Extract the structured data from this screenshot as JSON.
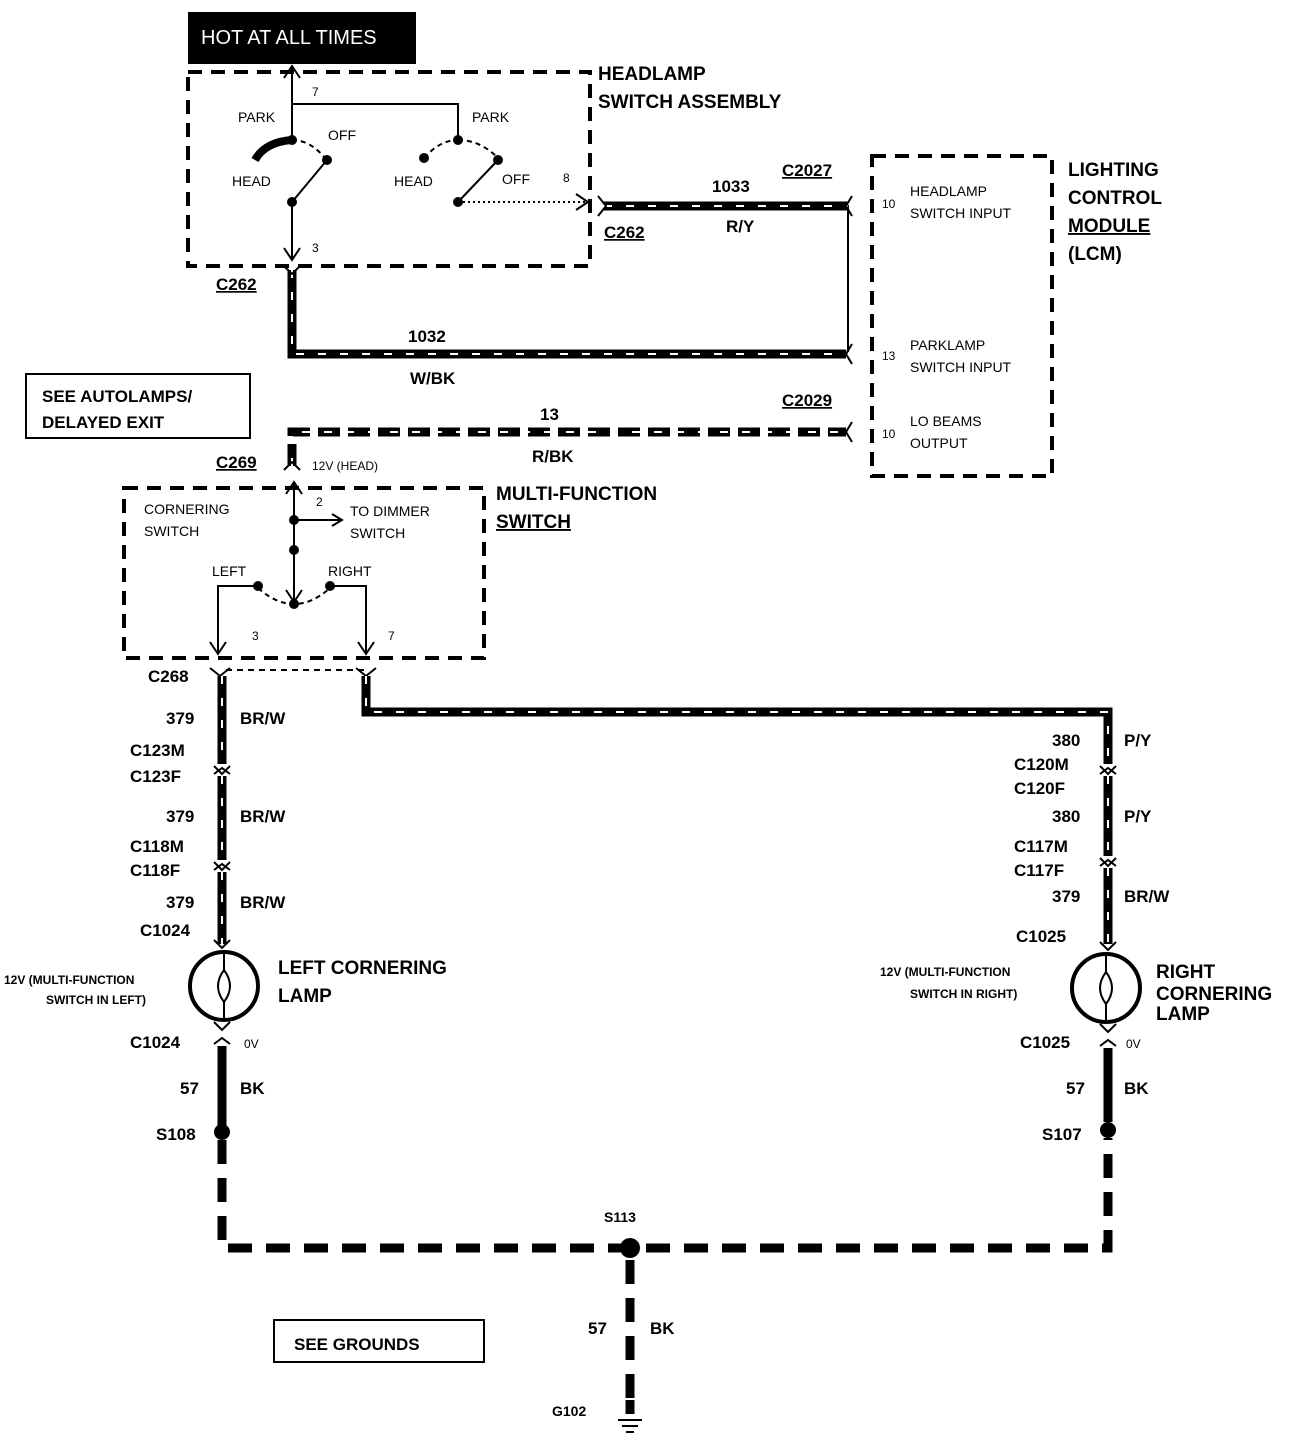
{
  "banner": "HOT AT ALL TIMES",
  "headlamp_switch": {
    "title_1": "HEADLAMP",
    "title_2": "SWITCH ASSEMBLY",
    "pin_7": "7",
    "pin_8": "8",
    "pin_3": "3",
    "park_l": "PARK",
    "off_l": "OFF",
    "head_l": "HEAD",
    "park_r": "PARK",
    "head_r": "HEAD",
    "off_r": "OFF"
  },
  "lcm": {
    "title_1": "LIGHTING",
    "title_2": "CONTROL",
    "title_3": "MODULE",
    "title_4": "(LCM)",
    "pin_a": "10",
    "in_a_1": "HEADLAMP",
    "in_a_2": "SWITCH INPUT",
    "pin_b": "13",
    "in_b_1": "PARKLAMP",
    "in_b_2": "SWITCH INPUT",
    "pin_c": "10",
    "in_c_1": "LO BEAMS",
    "in_c_2": "OUTPUT"
  },
  "wires": {
    "c2027": "C2027",
    "c262_right": "C262",
    "w1033": "1033",
    "w1033_color": "R/Y",
    "c262_left": "C262",
    "w1032": "1032",
    "w1032_color": "W/BK",
    "c2029": "C2029",
    "w13": "13",
    "w13_color": "R/BK",
    "c269": "C269",
    "v_head": "12V (HEAD)"
  },
  "see_autolamps_1": "SEE AUTOLAMPS/",
  "see_autolamps_2": "DELAYED EXIT",
  "multi_function": {
    "title_1": "MULTI-FUNCTION",
    "title_2": "SWITCH",
    "corn_1": "CORNERING",
    "corn_2": "SWITCH",
    "pin_2": "2",
    "dimmer_1": "TO DIMMER",
    "dimmer_2": "SWITCH",
    "left": "LEFT",
    "right": "RIGHT",
    "pin_3": "3",
    "pin_7": "7"
  },
  "left_side": {
    "c268": "C268",
    "w1": "379",
    "w1c": "BR/W",
    "c123m": "C123M",
    "c123f": "C123F",
    "w2": "379",
    "w2c": "BR/W",
    "c118m": "C118M",
    "c118f": "C118F",
    "w3": "379",
    "w3c": "BR/W",
    "c1024_top": "C1024",
    "v_1": "12V (MULTI-FUNCTION",
    "v_2": "SWITCH IN LEFT)",
    "lamp_1": "LEFT CORNERING",
    "lamp_2": "LAMP",
    "c1024_bot": "C1024",
    "ov": "0V",
    "w4": "57",
    "w4c": "BK",
    "s108": "S108"
  },
  "right_side": {
    "w1": "380",
    "w1c": "P/Y",
    "c120m": "C120M",
    "c120f": "C120F",
    "w2": "380",
    "w2c": "P/Y",
    "c117m": "C117M",
    "c117f": "C117F",
    "w3": "379",
    "w3c": "BR/W",
    "c1025_top": "C1025",
    "v_1": "12V (MULTI-FUNCTION",
    "v_2": "SWITCH IN RIGHT)",
    "lamp_1": "RIGHT",
    "lamp_2": "CORNERING",
    "lamp_3": "LAMP",
    "c1025_bot": "C1025",
    "ov": "0V",
    "w4": "57",
    "w4c": "BK",
    "s107": "S107"
  },
  "ground": {
    "s113": "S113",
    "w": "57",
    "wc": "BK",
    "g102": "G102",
    "see_grounds": "SEE GROUNDS"
  }
}
